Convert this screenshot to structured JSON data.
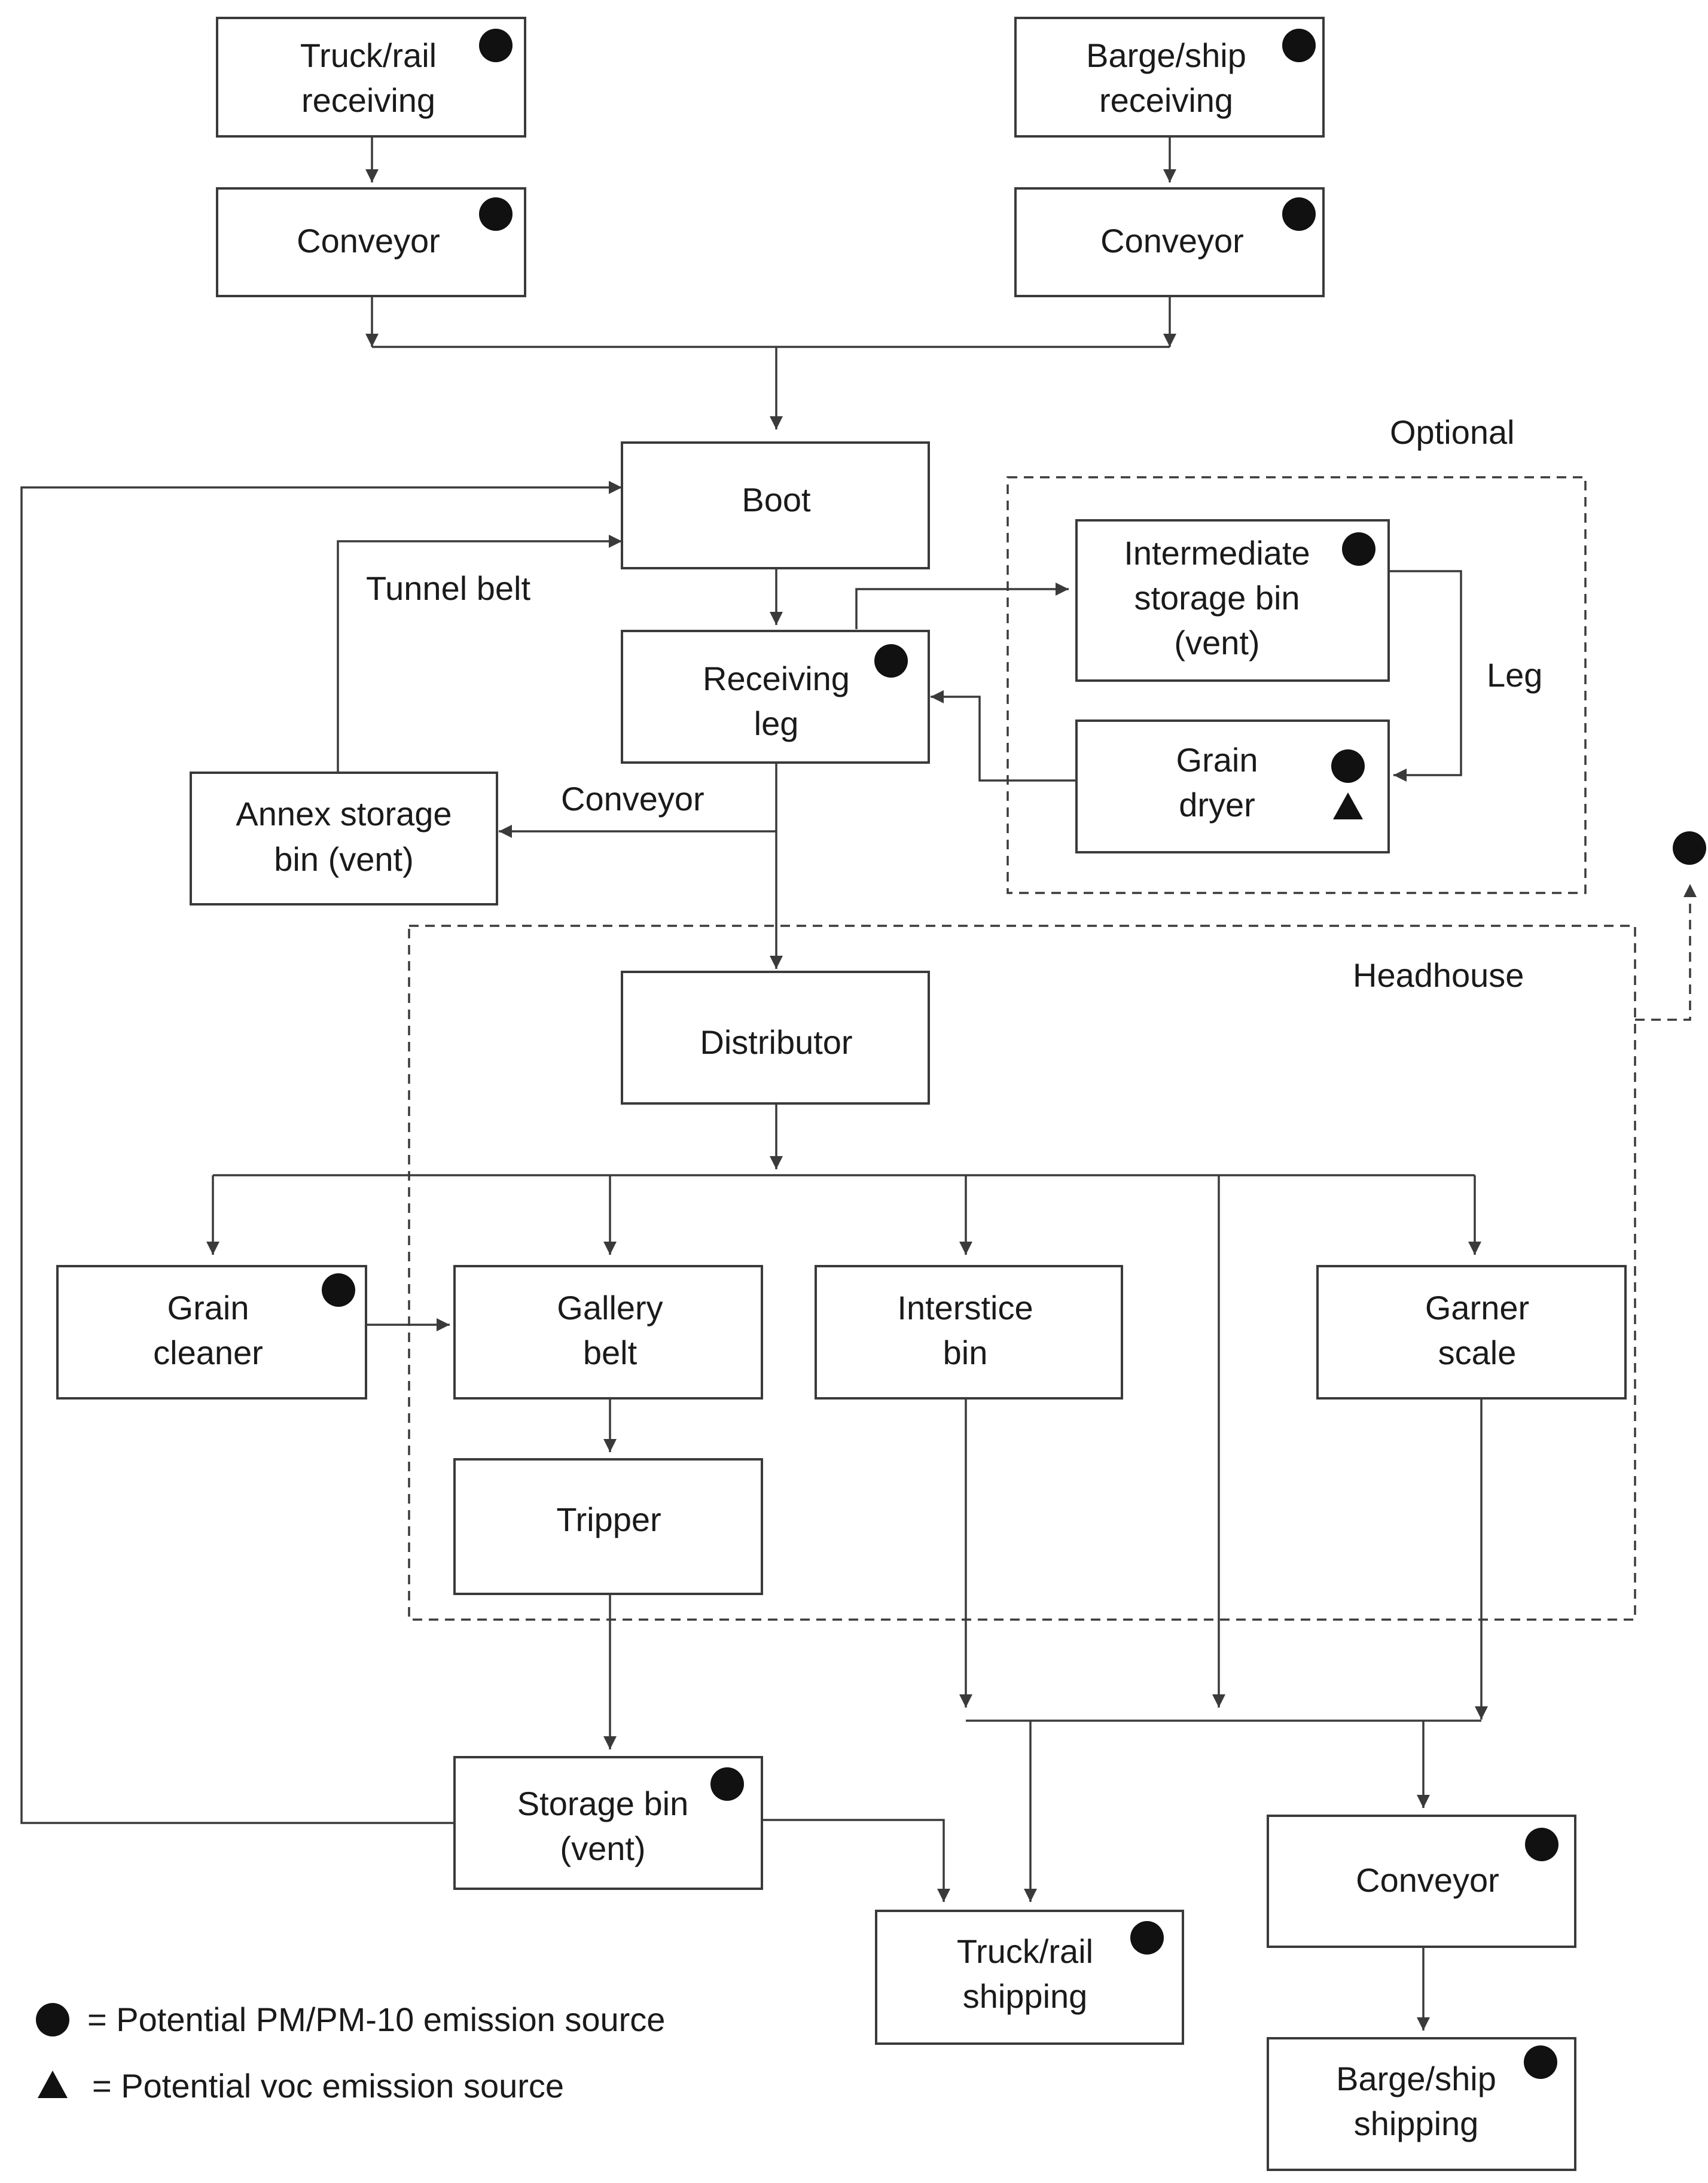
{
  "nodes": {
    "truck_rail_receiving": [
      "Truck/rail",
      "receiving"
    ],
    "barge_ship_receiving": [
      "Barge/ship",
      "receiving"
    ],
    "conveyor_left": [
      "Conveyor"
    ],
    "conveyor_right": [
      "Conveyor"
    ],
    "boot": [
      "Boot"
    ],
    "intermediate_storage_bin": [
      "Intermediate",
      "storage bin",
      "(vent)"
    ],
    "receiving_leg": [
      "Receiving",
      "leg"
    ],
    "grain_dryer": [
      "Grain",
      "dryer"
    ],
    "annex_storage_bin": [
      "Annex storage",
      "bin (vent)"
    ],
    "distributor": [
      "Distributor"
    ],
    "grain_cleaner": [
      "Grain",
      "cleaner"
    ],
    "gallery_belt": [
      "Gallery",
      "belt"
    ],
    "interstice_bin": [
      "Interstice",
      "bin"
    ],
    "garner_scale": [
      "Garner",
      "scale"
    ],
    "tripper": [
      "Tripper"
    ],
    "storage_bin": [
      "Storage bin",
      "(vent)"
    ],
    "truck_rail_shipping": [
      "Truck/rail",
      "shipping"
    ],
    "conveyor_bottom": [
      "Conveyor"
    ],
    "barge_ship_shipping": [
      "Barge/ship",
      "shipping"
    ]
  },
  "labels": {
    "optional": "Optional",
    "headhouse": "Headhouse",
    "tunnel_belt": "Tunnel belt",
    "conveyor_edge": "Conveyor",
    "leg_edge": "Leg"
  },
  "legend": {
    "pm": "= Potential PM/PM-10 emission source",
    "voc": "= Potential voc emission source"
  }
}
